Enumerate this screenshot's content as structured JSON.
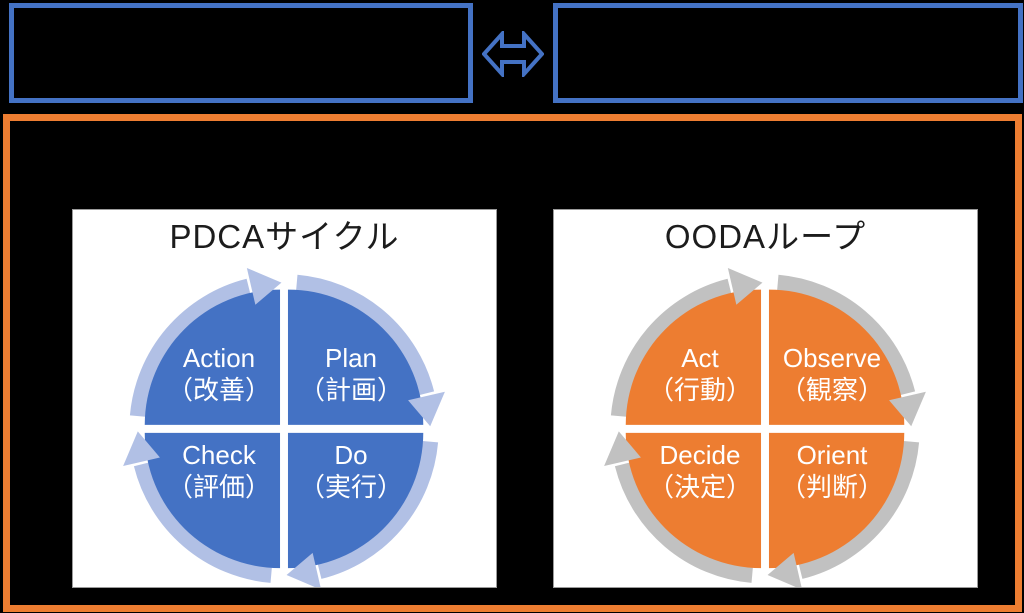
{
  "colors": {
    "accent_blue": "#4472C4",
    "accent_orange": "#ED7D31",
    "page_background": "#000000",
    "panel_background": "#FFFFFF",
    "title_text": "#1C1C1C",
    "quadrant_text": "#FFFFFF",
    "pdca_ring": "#B1C0E5",
    "ooda_ring": "#C1C1C1"
  },
  "icons": {
    "compare_arrow": "left-right-double-arrow"
  },
  "panels": [
    {
      "title": "PDCAサイクル",
      "fill": "#4472C4",
      "ring": "#B1C0E5",
      "quadrants": {
        "nw": {
          "en": "Action",
          "jp": "（改善）"
        },
        "ne": {
          "en": "Plan",
          "jp": "（計画）"
        },
        "sw": {
          "en": "Check",
          "jp": "（評価）"
        },
        "se": {
          "en": "Do",
          "jp": "（実行）"
        }
      }
    },
    {
      "title": "OODAループ",
      "fill": "#ED7D31",
      "ring": "#C1C1C1",
      "quadrants": {
        "nw": {
          "en": "Act",
          "jp": "（行動）"
        },
        "ne": {
          "en": "Observe",
          "jp": "（観察）"
        },
        "sw": {
          "en": "Decide",
          "jp": "（決定）"
        },
        "se": {
          "en": "Orient",
          "jp": "（判断）"
        }
      }
    }
  ]
}
